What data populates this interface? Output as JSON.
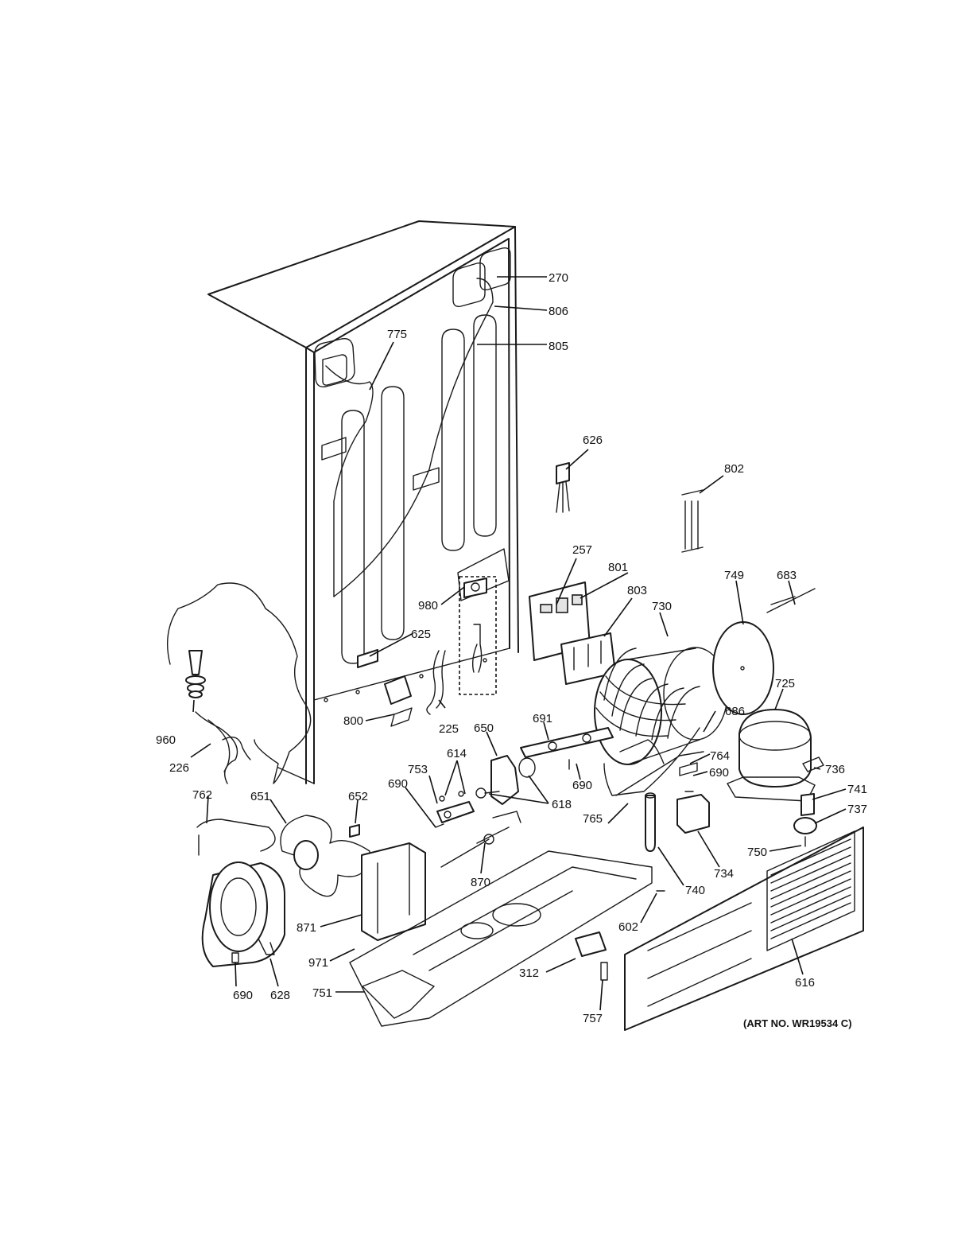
{
  "art_number": "(ART NO. WR19534 C)",
  "callouts": [
    {
      "id": "c270",
      "text": "270"
    },
    {
      "id": "c806",
      "text": "806"
    },
    {
      "id": "c805",
      "text": "805"
    },
    {
      "id": "c775",
      "text": "775"
    },
    {
      "id": "c626",
      "text": "626"
    },
    {
      "id": "c802",
      "text": "802"
    },
    {
      "id": "c257",
      "text": "257"
    },
    {
      "id": "c801",
      "text": "801"
    },
    {
      "id": "c749",
      "text": "749"
    },
    {
      "id": "c683",
      "text": "683"
    },
    {
      "id": "c803",
      "text": "803"
    },
    {
      "id": "c730",
      "text": "730"
    },
    {
      "id": "c980",
      "text": "980"
    },
    {
      "id": "c625",
      "text": "625"
    },
    {
      "id": "c725",
      "text": "725"
    },
    {
      "id": "c686",
      "text": "686"
    },
    {
      "id": "c960",
      "text": "960"
    },
    {
      "id": "c800",
      "text": "800"
    },
    {
      "id": "c225",
      "text": "225"
    },
    {
      "id": "c650",
      "text": "650"
    },
    {
      "id": "c691",
      "text": "691"
    },
    {
      "id": "c614",
      "text": "614"
    },
    {
      "id": "c764",
      "text": "764"
    },
    {
      "id": "c226",
      "text": "226"
    },
    {
      "id": "c753",
      "text": "753"
    },
    {
      "id": "c690a",
      "text": "690"
    },
    {
      "id": "c690b",
      "text": "690"
    },
    {
      "id": "c690c",
      "text": "690"
    },
    {
      "id": "c736",
      "text": "736"
    },
    {
      "id": "c762",
      "text": "762"
    },
    {
      "id": "c651",
      "text": "651"
    },
    {
      "id": "c652",
      "text": "652"
    },
    {
      "id": "c618",
      "text": "618"
    },
    {
      "id": "c741",
      "text": "741"
    },
    {
      "id": "c765",
      "text": "765"
    },
    {
      "id": "c737",
      "text": "737"
    },
    {
      "id": "c870",
      "text": "870"
    },
    {
      "id": "c750",
      "text": "750"
    },
    {
      "id": "c740",
      "text": "740"
    },
    {
      "id": "c734",
      "text": "734"
    },
    {
      "id": "c871",
      "text": "871"
    },
    {
      "id": "c602",
      "text": "602"
    },
    {
      "id": "c971",
      "text": "971"
    },
    {
      "id": "c312",
      "text": "312"
    },
    {
      "id": "c616",
      "text": "616"
    },
    {
      "id": "c690d",
      "text": "690"
    },
    {
      "id": "c628",
      "text": "628"
    },
    {
      "id": "c751",
      "text": "751"
    },
    {
      "id": "c757",
      "text": "757"
    }
  ]
}
